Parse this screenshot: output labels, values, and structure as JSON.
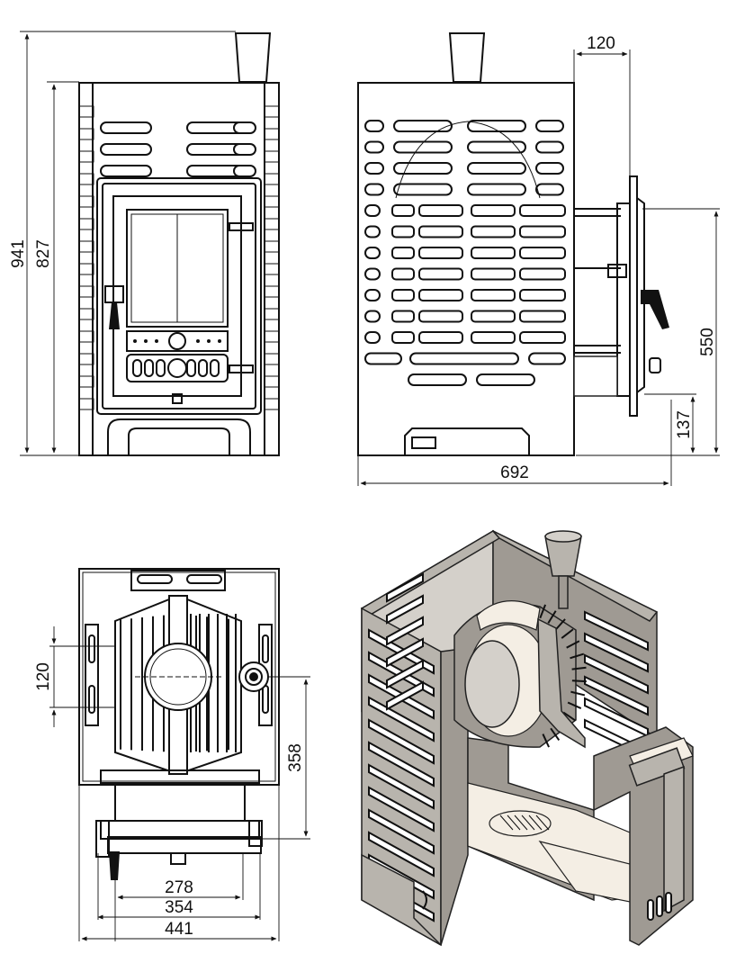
{
  "dimensions": {
    "front_total_height": "941",
    "front_body_height": "827",
    "side_door_offset": "120",
    "side_door_height": "550",
    "side_door_bottom": "137",
    "side_depth": "692",
    "top_flue_offset": "120",
    "top_door_depth": "358",
    "top_inner_width": "278",
    "top_middle_width": "354",
    "top_total_width": "441"
  }
}
